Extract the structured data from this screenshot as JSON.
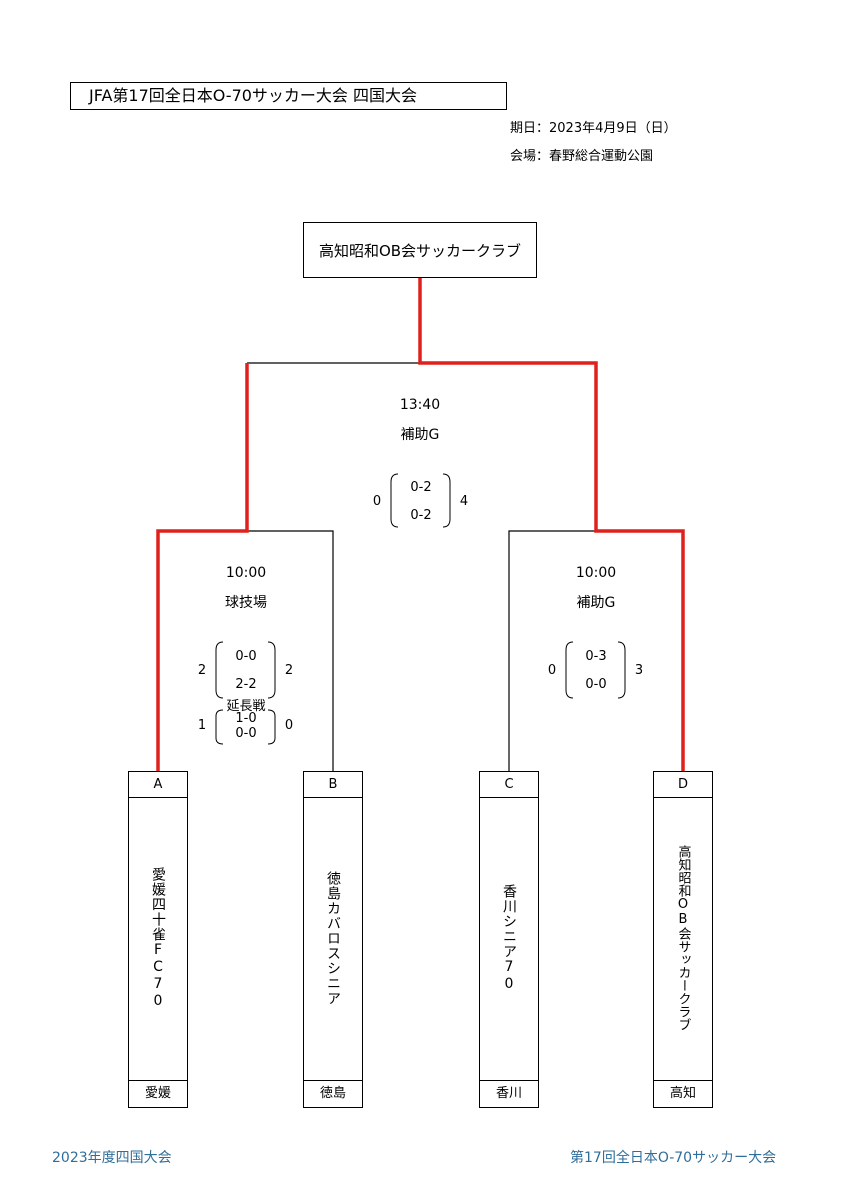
{
  "header": {
    "title": "JFA第17回全日本O-70サッカー大会 四国大会",
    "date": "期日：2023年4月9日（日）",
    "venue": "会場：春野総合運動公園"
  },
  "champion": "高知昭和OB会サッカークラブ",
  "final": {
    "time": "13:40",
    "field": "補助G",
    "left_total": "0",
    "right_total": "4",
    "half1": "0-2",
    "half2": "0-2"
  },
  "semi1": {
    "time": "10:00",
    "field": "球技場",
    "left_total": "2",
    "right_total": "2",
    "half1": "0-0",
    "half2": "2-2",
    "extra_label": "延長戦",
    "et_left": "1",
    "et_right": "0",
    "et1": "1-0",
    "et2": "0-0"
  },
  "semi2": {
    "time": "10:00",
    "field": "補助G",
    "left_total": "0",
    "right_total": "3",
    "half1": "0-3",
    "half2": "0-0"
  },
  "teams": [
    {
      "letter": "A",
      "name": "愛媛四十雀FC70",
      "pref": "愛媛"
    },
    {
      "letter": "B",
      "name": "徳島カバロスシニア",
      "pref": "徳島"
    },
    {
      "letter": "C",
      "name": "香川シニア70",
      "pref": "香川"
    },
    {
      "letter": "D",
      "name": "高知昭和OB会サッカークラブ",
      "pref": "高知"
    }
  ],
  "footer": {
    "left": "2023年度四国大会",
    "right": "第17回全日本O-70サッカー大会"
  },
  "colors": {
    "winner_line": "#e0201c",
    "footer_text": "#2f6e9a"
  }
}
